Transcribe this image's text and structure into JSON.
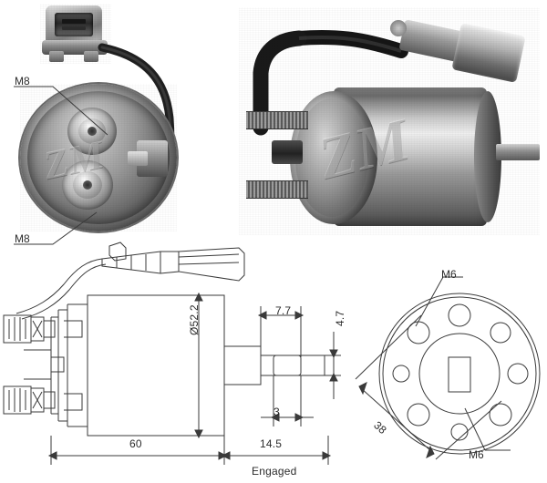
{
  "document": {
    "type": "technical-product-datasheet",
    "subject": "starter solenoid",
    "background_color": "#ffffff",
    "line_color": "#3a3a3a",
    "text_color": "#2b2b2b"
  },
  "views": {
    "photo_connector": {
      "name": "connector plug photo",
      "caption": ""
    },
    "photo_end": {
      "name": "solenoid terminal end view photo",
      "caption": ""
    },
    "photo_body": {
      "name": "solenoid body side view photo",
      "caption": ""
    },
    "drawing_side": {
      "name": "side elevation dimensional drawing",
      "caption": ""
    },
    "drawing_flange": {
      "name": "mounting flange end view drawing",
      "caption": ""
    }
  },
  "labels": {
    "m8_top": "M8",
    "m8_bottom": "M8",
    "m6_top": "M6",
    "m6_bottom": "M6"
  },
  "dimensions": {
    "diameter_body": "Ø52.2",
    "length_body": "60",
    "plunger_extension": "14.5",
    "plunger_step": "7.7",
    "plunger_height": "4.7",
    "plunger_tip": "3",
    "bolt_circle": "38",
    "state_note": "Engaged"
  },
  "flange": {
    "hole_count": 8,
    "center_feature": "square shaft bore",
    "thread_size": "M6"
  },
  "watermark": {
    "text": "ZM"
  }
}
